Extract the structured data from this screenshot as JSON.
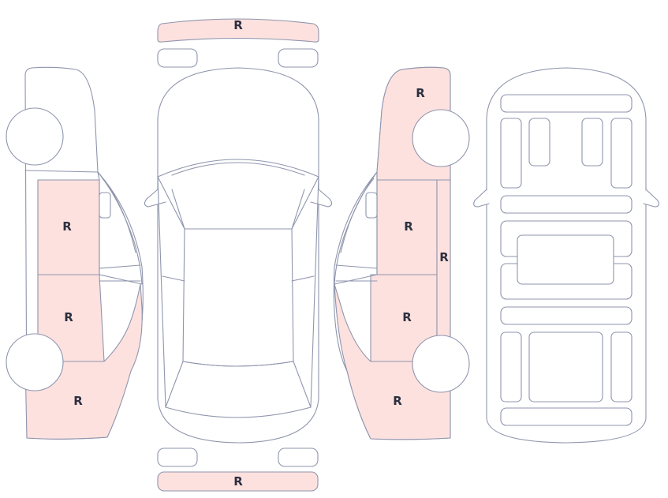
{
  "colors": {
    "damaged_fill": "#fde1df",
    "outline": "#8f95ad",
    "label": "#2d3040",
    "background": "#ffffff"
  },
  "marks": {
    "front_bumper": "R",
    "rear_bumper": "R",
    "left_front_door": "R",
    "left_rear_door": "R",
    "left_rear_quarter": "R",
    "right_front_fender": "R",
    "right_front_door": "R",
    "right_rocker": "R",
    "right_rear_door": "R",
    "right_rear_quarter": "R"
  }
}
